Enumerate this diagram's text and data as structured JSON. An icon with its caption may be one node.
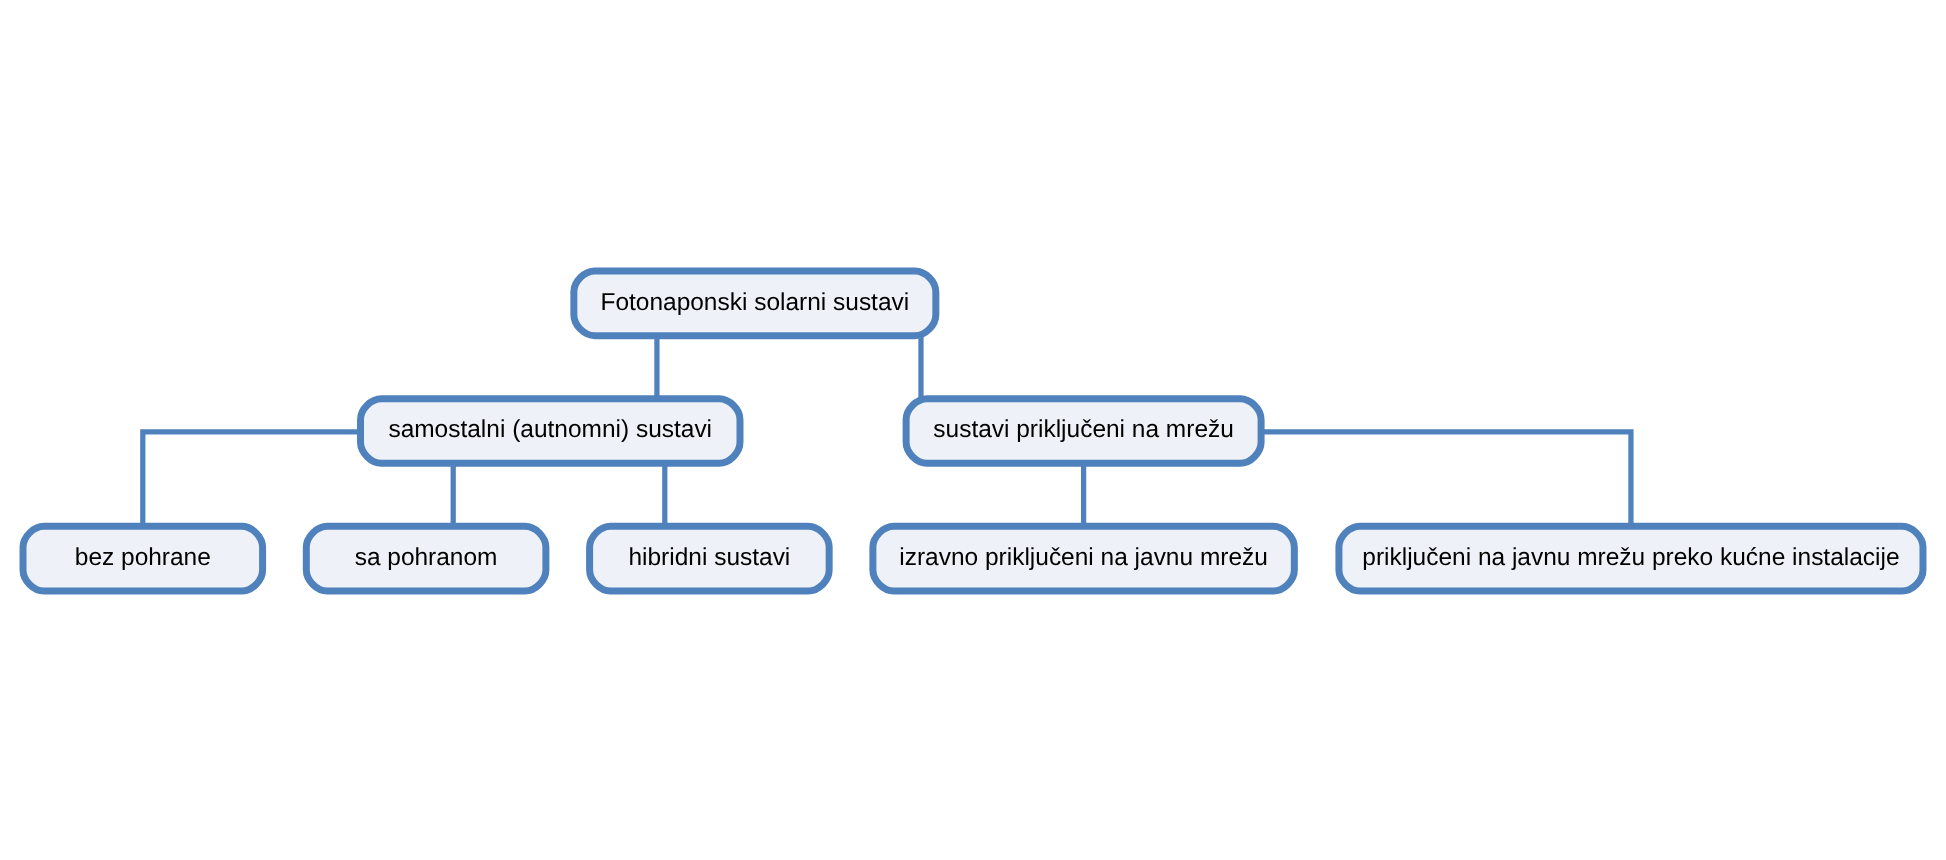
{
  "diagram": {
    "nodes": [
      {
        "text": [
          "Fotonaponski solarni sustavi"
        ]
      },
      {
        "text": [
          "samostalni (autnomni) sustavi"
        ]
      },
      {
        "text": [
          "sustavi priključeni na mrežu"
        ]
      },
      {
        "text": [
          "bez pohrane"
        ]
      },
      {
        "text": [
          "sa pohranom"
        ]
      },
      {
        "text": [
          "hibridni sustavi"
        ]
      },
      {
        "text": [
          "izravno priključeni na javnu mrežu"
        ]
      },
      {
        "text": [
          "priključeni na javnu mrežu preko kućne instalacije"
        ]
      }
    ],
    "edges": [
      {
        "from": 0,
        "to": 1,
        "arrow": "none"
      },
      {
        "from": 0,
        "to": 2,
        "arrow": "none"
      },
      {
        "from": 1,
        "to": 3,
        "arrow": "none"
      },
      {
        "from": 1,
        "to": 4,
        "arrow": "none"
      },
      {
        "from": 1,
        "to": 5,
        "arrow": "none"
      },
      {
        "from": 2,
        "to": 6,
        "arrow": "none"
      },
      {
        "from": 2,
        "to": 7,
        "arrow": "none"
      }
    ]
  }
}
